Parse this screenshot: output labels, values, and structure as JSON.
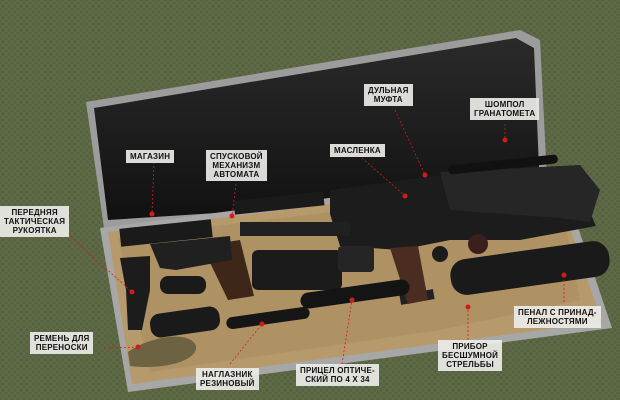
{
  "labels": {
    "shomopol": "ШОМПОЛ\nГРАНАТОМЕТА",
    "dulnaya": "ДУЛЬНАЯ\nМУФТА",
    "maslenka": "МАСЛЕНКА",
    "spuskovoy": "СПУСКОВОЙ\nМЕХАНИЗМ\nАВТОМАТА",
    "magazin": "МАГАЗИН",
    "perednyaya": "ПЕРЕДНЯЯ\nТАКТИЧЕСКАЯ\nРУКОЯТКА",
    "penal": "ПЕНАЛ С ПРИНАД-\nЛЕЖНОСТЯМИ",
    "remen": "РЕМЕНЬ ДЛЯ\nПЕРЕНОСКИ",
    "pribor": "ПРИБОР\nБЕСШУМНОЙ\nСТРЕЛЬБЫ",
    "pritsel": "ПРИЦЕЛ ОПТИЧЕ-\nСКИЙ ПО 4 Х 34",
    "naglaznik": "НАГЛАЗНИК\nРЕЗИНОВЫЙ"
  },
  "colors": {
    "accent_dot": "#d21c1c",
    "case_shell": "#1a1a1a",
    "case_lining": "#b79a6b",
    "background": "#55603f"
  }
}
